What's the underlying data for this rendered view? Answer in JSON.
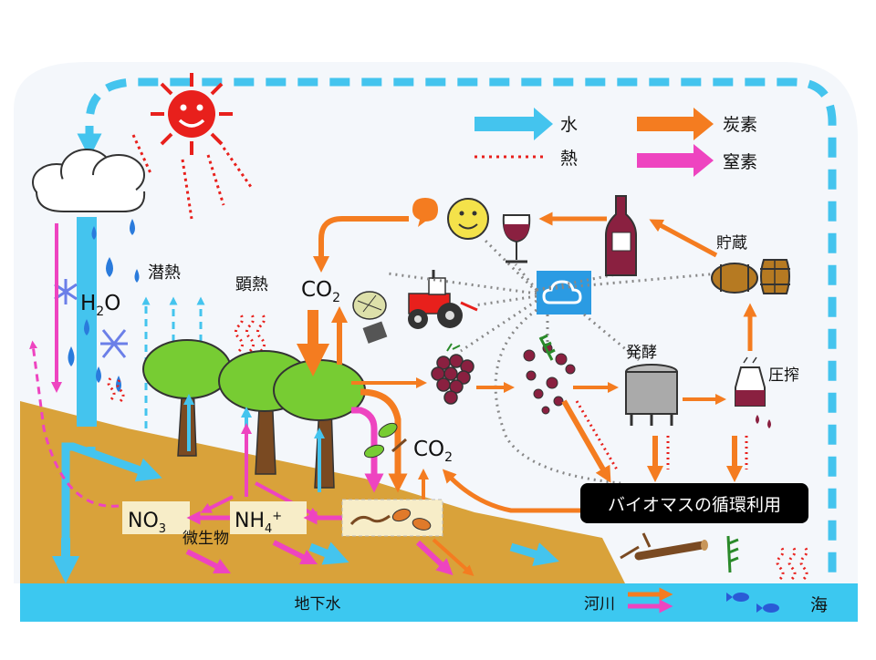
{
  "legend": {
    "water": "水",
    "heat": "熱",
    "carbon": "炭素",
    "nitrogen": "窒素"
  },
  "labels": {
    "h2o": "H",
    "h2o_sub": "2",
    "h2o_o": "O",
    "latent_heat": "潜熱",
    "sensible_heat": "顕熱",
    "co2_top": "CO",
    "co2_top_sub": "2",
    "co2_mid": "CO",
    "co2_mid_sub": "2",
    "no3": "NO",
    "no3_sub": "3",
    "nh4": "NH",
    "nh4_sub": "4",
    "nh4_sup": "+",
    "microbes": "微生物",
    "storage": "貯蔵",
    "fermentation": "発酵",
    "pressing": "圧搾",
    "biomass": "バイオマスの循環利用",
    "groundwater": "地下水",
    "river": "河川",
    "sea": "海"
  },
  "colors": {
    "water": "#44c4ee",
    "heat": "#e8201c",
    "carbon": "#f47c20",
    "nitrogen": "#ee44c0",
    "soil": "#d9a23a",
    "groundwater": "#3cc8f0",
    "sky": "#f4f7fb",
    "leaf": "#77cc33",
    "trunk": "#7a4a22",
    "grape": "#8a2040",
    "sun": "#e8201c"
  },
  "icons": [
    "sun-icon",
    "cloud-icon",
    "raindrop-icon",
    "snowflake-icon",
    "tree-icon",
    "tractor-icon",
    "camera-icon",
    "cloud-service-icon",
    "smiley-icon",
    "speech-bubble-icon",
    "wine-glass-icon",
    "wine-bottle-icon",
    "barrel-icon",
    "fermentation-tank-icon",
    "press-icon",
    "grape-icon",
    "leaf-icon",
    "branch-icon",
    "fish-icon"
  ]
}
